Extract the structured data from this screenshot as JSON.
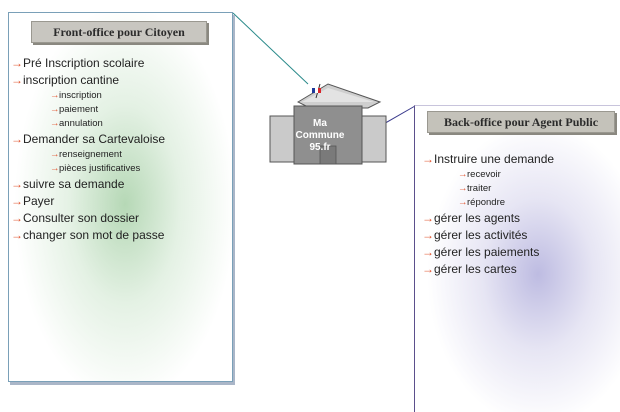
{
  "front_office": {
    "title": "Front-office pour Citoyen",
    "items": [
      {
        "level": 1,
        "label": "Pré Inscription scolaire"
      },
      {
        "level": 1,
        "label": "inscription cantine"
      },
      {
        "level": 2,
        "label": "inscription"
      },
      {
        "level": 2,
        "label": "paiement"
      },
      {
        "level": 2,
        "label": "annulation"
      },
      {
        "level": 1,
        "label": "Demander sa Cartevaloise"
      },
      {
        "level": 2,
        "label": "renseignement"
      },
      {
        "level": 2,
        "label": "pièces justificatives"
      },
      {
        "level": 1,
        "label": "suivre sa demande"
      },
      {
        "level": 1,
        "label": "Payer"
      },
      {
        "level": 1,
        "label": "Consulter son dossier"
      },
      {
        "level": 1,
        "label": "changer son mot de passe"
      }
    ]
  },
  "back_office": {
    "title": "Back-office pour Agent Public",
    "items": [
      {
        "level": 1,
        "label": "Instruire une demande"
      },
      {
        "level": 2,
        "label": "recevoir"
      },
      {
        "level": 2,
        "label": "traiter"
      },
      {
        "level": 2,
        "label": "répondre"
      },
      {
        "level": 1,
        "label": "gérer les agents"
      },
      {
        "level": 1,
        "label": "gérer les activités"
      },
      {
        "level": 1,
        "label": "gérer les paiements"
      },
      {
        "level": 1,
        "label": "gérer les cartes"
      }
    ]
  },
  "center": {
    "label_lines": [
      "Ma",
      "Commune",
      "95.fr"
    ]
  },
  "colors": {
    "arrow": "#e0502a",
    "front_connector": "#2a8a8a",
    "back_connector": "#3a3a8c",
    "building": "#c9c9c9"
  },
  "icons": {
    "bullet": "arrow-right-icon",
    "center": "town-hall-icon",
    "flag": "french-flag-icon"
  }
}
